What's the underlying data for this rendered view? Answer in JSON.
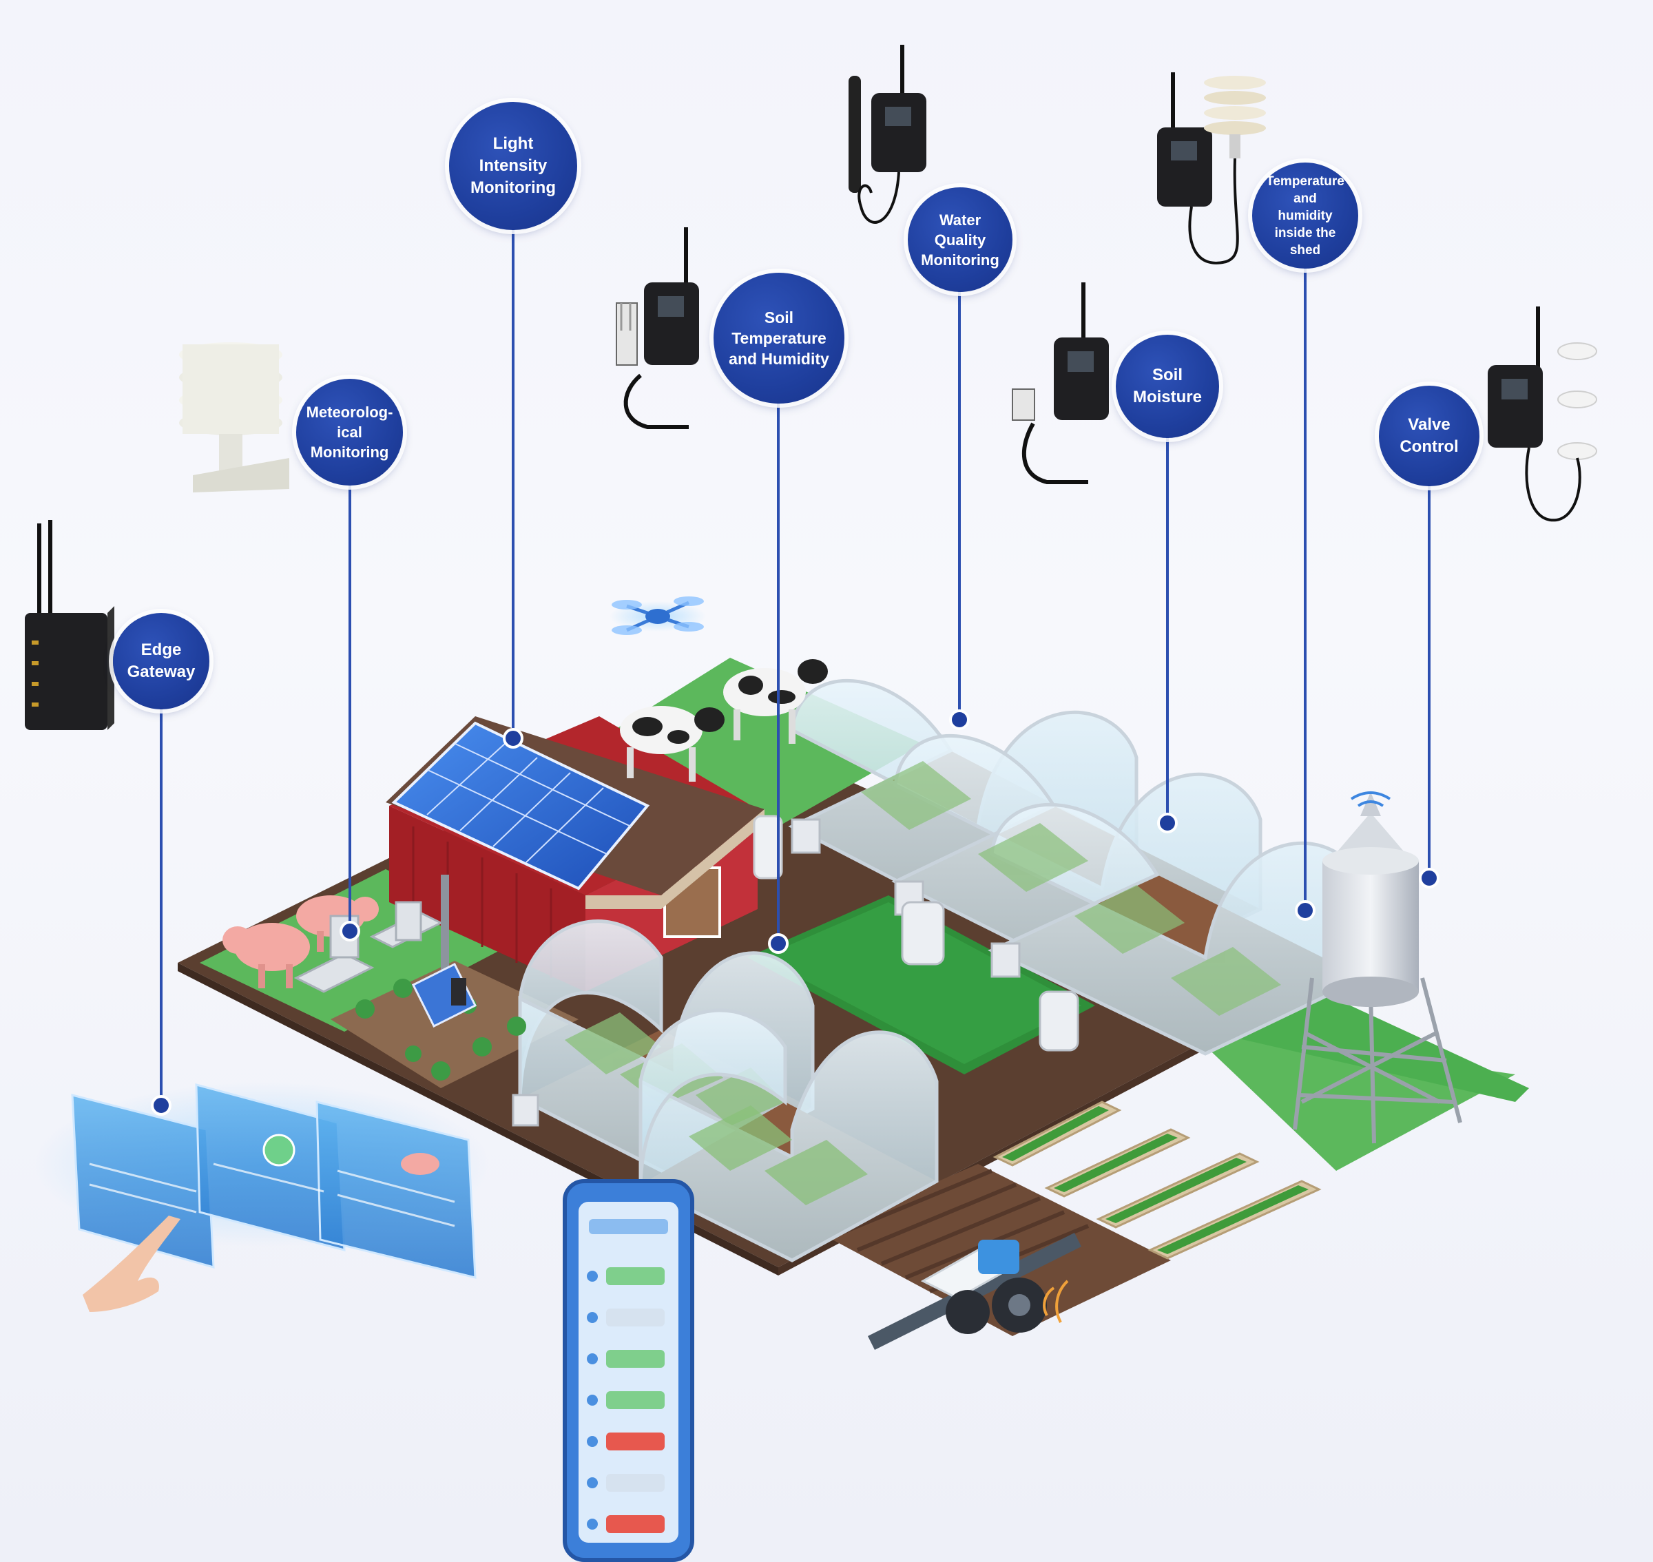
{
  "callouts": {
    "edge_gateway": "Edge Gateway",
    "meteorological": "Meteorolog- ical Monitoring",
    "light_intensity": "Light Intensity Monitoring",
    "soil_temp_humidity": "Soil Temperature and Humidity",
    "water_quality": "Water Quality Monitoring",
    "shed_temp_humidity": "Temperature and humidity inside the shed",
    "soil_moisture": "Soil Moisture",
    "valve_control": "Valve Control"
  },
  "colors": {
    "callout_blue": "#1f3f9e",
    "leader_line": "#2c4fb0",
    "grass": "#4caf50",
    "soil": "#6b4a3a",
    "barn_red": "#b3262c",
    "solar_panel": "#2f6fd6",
    "device_black": "#1c1c1e"
  },
  "icons": [
    "edge-gateway-device-icon",
    "weather-shield-sensor-icon",
    "soil-sensor-logger-icon",
    "water-quality-probe-logger-icon",
    "temperature-humidity-logger-icon",
    "soil-moisture-logger-icon",
    "valve-controller-icon",
    "drone-icon",
    "tractor-icon",
    "water-tower-icon"
  ]
}
